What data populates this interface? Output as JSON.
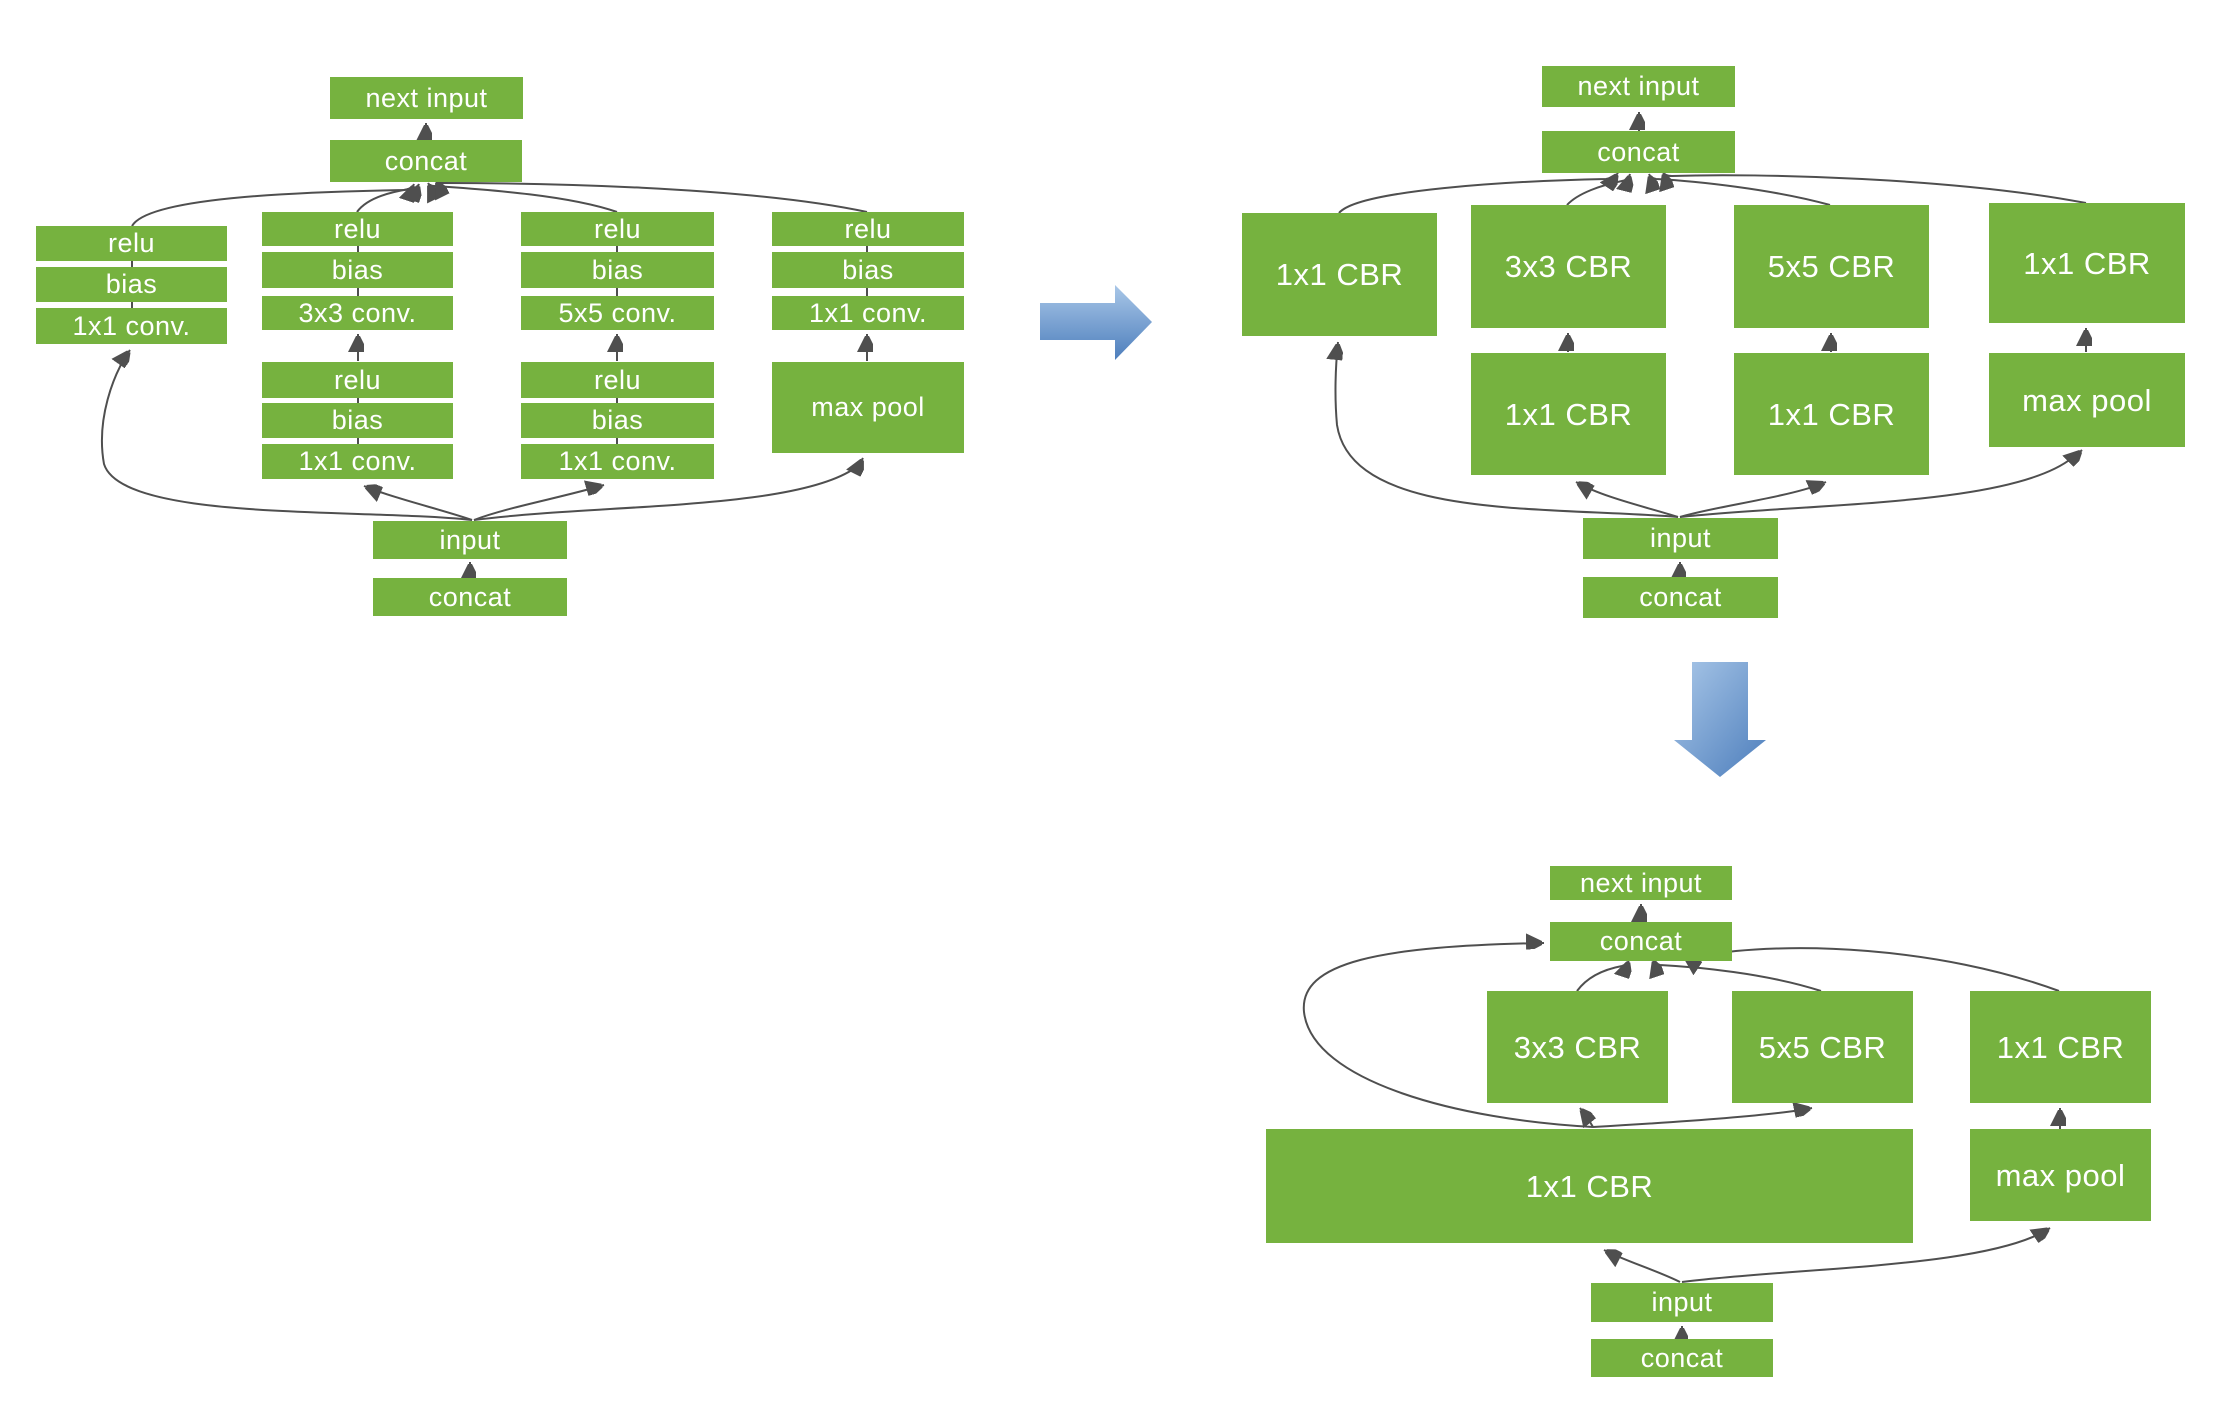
{
  "colors": {
    "box_green": "#76b23f",
    "connector_gray": "#4f4f4f",
    "arrow_blue_light": "#a9c7e8",
    "arrow_blue_dark": "#4d7ebc",
    "box_text": "#ffffff"
  },
  "icons": {
    "transform_right_arrow": "right-arrow",
    "transform_down_arrow": "down-arrow"
  },
  "d1": {
    "next_input": "next input",
    "concat_top": "concat",
    "b1_relu": "relu",
    "b1_bias": "bias",
    "b1_conv": "1x1 conv.",
    "b2_relu": "relu",
    "b2_bias": "bias",
    "b2_conv": "3x3 conv.",
    "b2b_relu": "relu",
    "b2b_bias": "bias",
    "b2b_conv": "1x1 conv.",
    "b3_relu": "relu",
    "b3_bias": "bias",
    "b3_conv": "5x5 conv.",
    "b3b_relu": "relu",
    "b3b_bias": "bias",
    "b3b_conv": "1x1 conv.",
    "b4_relu": "relu",
    "b4_bias": "bias",
    "b4_conv": "1x1 conv.",
    "b4_maxpool": "max pool",
    "input": "input",
    "concat_bottom": "concat"
  },
  "d2": {
    "next_input": "next input",
    "concat_top": "concat",
    "cbr1": "1x1 CBR",
    "cbr2": "3x3 CBR",
    "cbr3": "5x5 CBR",
    "cbr4": "1x1 CBR",
    "cbr2b": "1x1 CBR",
    "cbr3b": "1x1 CBR",
    "maxpool": "max pool",
    "input": "input",
    "concat_bottom": "concat"
  },
  "d3": {
    "next_input": "next input",
    "concat_top": "concat",
    "cbr3x3": "3x3 CBR",
    "cbr5x5": "5x5 CBR",
    "cbr1x1": "1x1 CBR",
    "cbr_wide": "1x1 CBR",
    "maxpool": "max pool",
    "input": "input",
    "concat_bottom": "concat"
  }
}
